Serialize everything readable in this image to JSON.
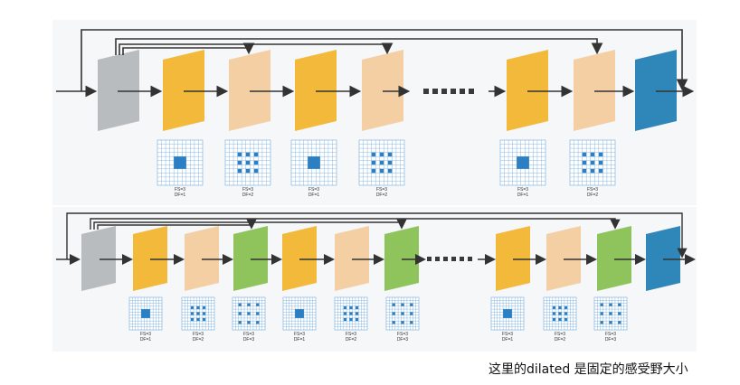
{
  "caption": "这里的dilated 是固定的感受野大小",
  "colors": {
    "input": "#b9bcbf",
    "yellow": "#f2b93a",
    "peach": "#f4cfa4",
    "green": "#8fc35b",
    "blue": "#2f86b8",
    "grid_line": "#6fa8dc",
    "grid_fill": "#2b7fc2",
    "arrow": "#333333",
    "panel": "#f6f7f9"
  },
  "top_row": {
    "layers": [
      "input",
      "yellow",
      "peach",
      "yellow",
      "peach",
      "ellipsis",
      "yellow",
      "peach",
      "blue"
    ],
    "grids": [
      {
        "fs_label": "FS=3",
        "df_label": "DF=1",
        "dilation": 1
      },
      {
        "fs_label": "FS=3",
        "df_label": "DF=2",
        "dilation": 2
      },
      {
        "fs_label": "FS=3",
        "df_label": "DF=1",
        "dilation": 1
      },
      {
        "fs_label": "FS=3",
        "df_label": "DF=2",
        "dilation": 2
      },
      {
        "fs_label": "FS=3",
        "df_label": "DF=1",
        "dilation": 1
      },
      {
        "fs_label": "FS=3",
        "df_label": "DF=2",
        "dilation": 2
      }
    ]
  },
  "bottom_row": {
    "layers": [
      "input",
      "yellow",
      "peach",
      "green",
      "yellow",
      "peach",
      "green",
      "ellipsis",
      "yellow",
      "peach",
      "green",
      "blue"
    ],
    "grids": [
      {
        "fs_label": "FS=3",
        "df_label": "DF=1",
        "dilation": 1
      },
      {
        "fs_label": "FS=3",
        "df_label": "DF=2",
        "dilation": 2
      },
      {
        "fs_label": "FS=3",
        "df_label": "DF=3",
        "dilation": 3
      },
      {
        "fs_label": "FS=3",
        "df_label": "DF=1",
        "dilation": 1
      },
      {
        "fs_label": "FS=3",
        "df_label": "DF=2",
        "dilation": 2
      },
      {
        "fs_label": "FS=3",
        "df_label": "DF=3",
        "dilation": 3
      },
      {
        "fs_label": "FS=3",
        "df_label": "DF=1",
        "dilation": 1
      },
      {
        "fs_label": "FS=3",
        "df_label": "DF=2",
        "dilation": 2
      },
      {
        "fs_label": "FS=3",
        "df_label": "DF=3",
        "dilation": 3
      }
    ]
  }
}
